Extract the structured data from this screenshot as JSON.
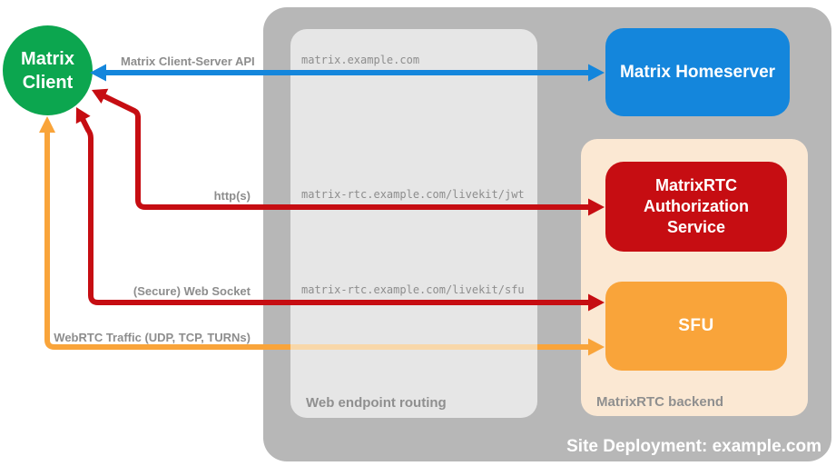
{
  "diagram": {
    "site_label": "Site Deployment: example.com",
    "client": {
      "line1": "Matrix",
      "line2": "Client"
    },
    "homeserver": {
      "label": "Matrix Homeserver"
    },
    "auth_service": {
      "label": "MatrixRTC Authorization Service"
    },
    "sfu": {
      "label": "SFU"
    },
    "routing": {
      "caption": "Web endpoint routing",
      "endpoints": [
        "matrix.example.com",
        "matrix-rtc.example.com/livekit/jwt",
        "matrix-rtc.example.com/livekit/sfu"
      ]
    },
    "backend": {
      "caption": "MatrixRTC backend"
    },
    "arrows": {
      "cs_api": {
        "label": "Matrix Client-Server API",
        "color": "#1486dc",
        "bidirectional": true
      },
      "https": {
        "label": "http(s)",
        "color": "#c60d12",
        "bidirectional": true
      },
      "websocket": {
        "label": "(Secure) Web Socket",
        "color": "#c60d12",
        "bidirectional": true
      },
      "webrtc": {
        "label": "WebRTC Traffic (UDP, TCP, TURNs)",
        "color": "#f9a43a",
        "bidirectional": true
      }
    },
    "colors": {
      "client_green": "#0ca64f",
      "homeserver_blue": "#1486dc",
      "auth_red": "#c60d12",
      "sfu_orange": "#f9a43a",
      "backend_peach": "#fbe8d3",
      "outer_gray": "#b7b7b7",
      "routing_gray": "#e6e6e6",
      "label_gray": "#8d8d8d",
      "webrtc_faded_orange": "#f8d7a9"
    }
  }
}
